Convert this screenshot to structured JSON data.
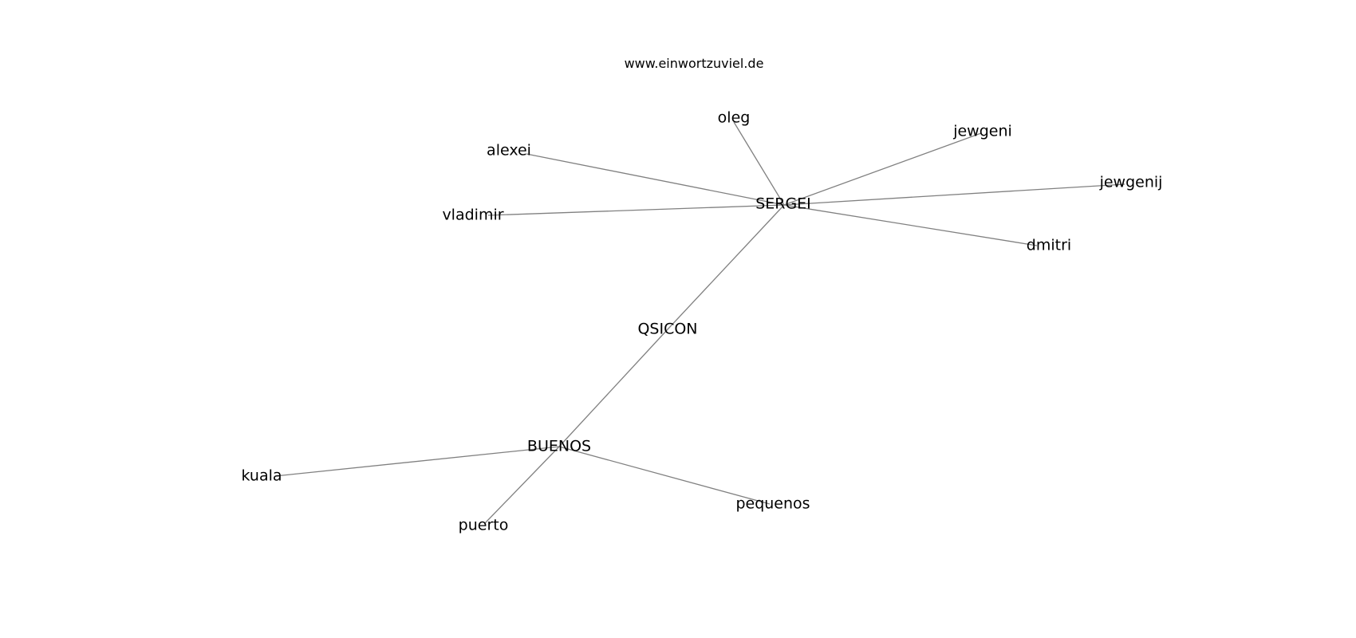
{
  "header": {
    "website": "www.einwortzuviel.de"
  },
  "colors": {
    "background": "#ffffff",
    "edge": "#808080",
    "label": "#000000"
  },
  "graph": {
    "nodes": [
      {
        "id": "oleg",
        "label": "oleg"
      },
      {
        "id": "jewgeni",
        "label": "jewgeni"
      },
      {
        "id": "alexei",
        "label": "alexei"
      },
      {
        "id": "jewgenij",
        "label": "jewgenij"
      },
      {
        "id": "sergei",
        "label": "SERGEI"
      },
      {
        "id": "vladimir",
        "label": "vladimir"
      },
      {
        "id": "dmitri",
        "label": "dmitri"
      },
      {
        "id": "qsicon",
        "label": "QSICON"
      },
      {
        "id": "buenos",
        "label": "BUENOS"
      },
      {
        "id": "kuala",
        "label": "kuala"
      },
      {
        "id": "pequenos",
        "label": "pequenos"
      },
      {
        "id": "puerto",
        "label": "puerto"
      }
    ],
    "edges": [
      [
        "sergei",
        "oleg"
      ],
      [
        "sergei",
        "jewgeni"
      ],
      [
        "sergei",
        "alexei"
      ],
      [
        "sergei",
        "jewgenij"
      ],
      [
        "sergei",
        "vladimir"
      ],
      [
        "sergei",
        "dmitri"
      ],
      [
        "sergei",
        "qsicon"
      ],
      [
        "qsicon",
        "buenos"
      ],
      [
        "buenos",
        "kuala"
      ],
      [
        "buenos",
        "pequenos"
      ],
      [
        "buenos",
        "puerto"
      ]
    ]
  }
}
